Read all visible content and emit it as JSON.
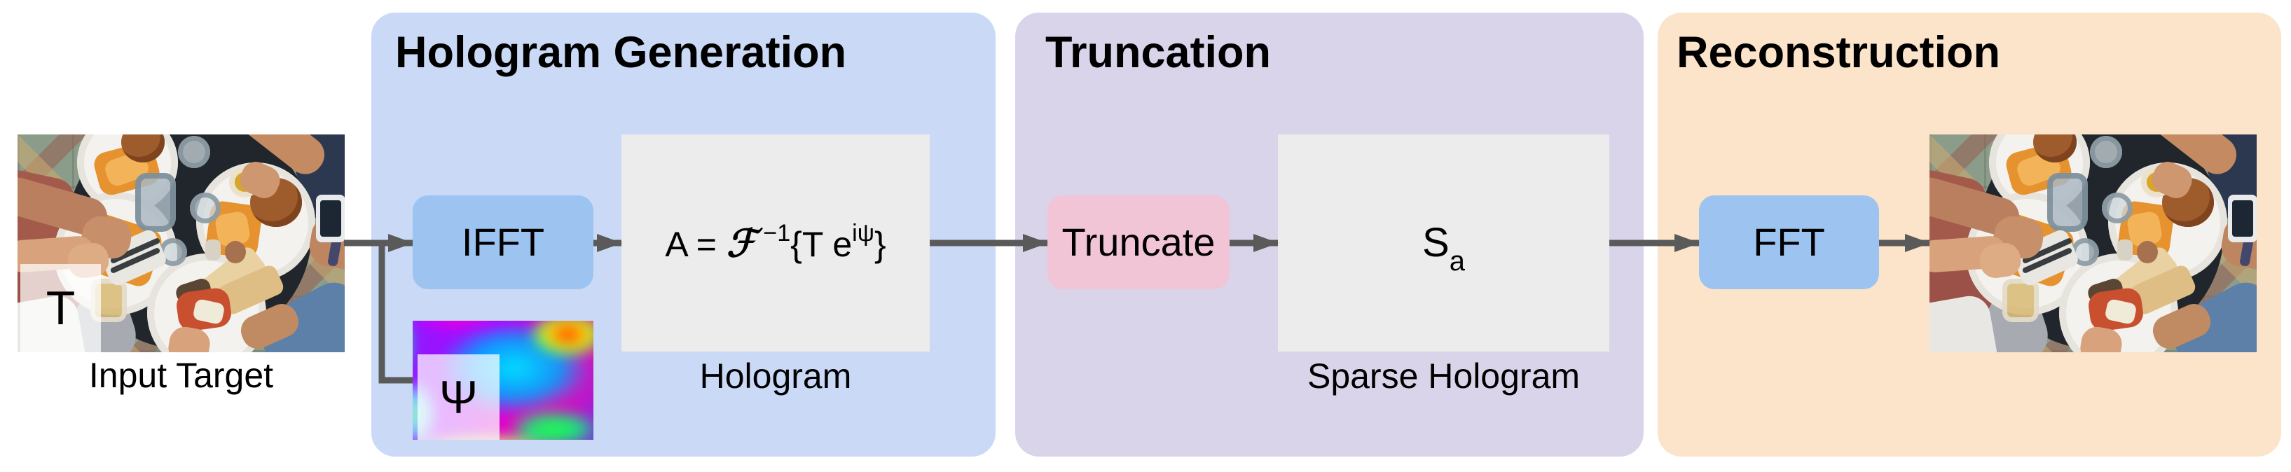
{
  "figure": {
    "description_labels_only": "hologram pipeline figure"
  },
  "input_target": {
    "overlay_label": "T",
    "caption": "Input Target"
  },
  "panels": {
    "hologram_generation": {
      "title": "Hologram Generation",
      "ifft_button": "IFFT",
      "phase_overlay_label": "Ψ",
      "formula": {
        "lhs": "A = ",
        "operator": "ℱ",
        "op_superscript": "−1",
        "open_brace": "{",
        "body": "T e",
        "exp_superscript": "iψ",
        "close_brace": "}"
      },
      "hologram_caption": "Hologram"
    },
    "truncation": {
      "title": "Truncation",
      "truncate_button": "Truncate",
      "sparse_symbol": "S",
      "sparse_subscript": "a",
      "caption": "Sparse Hologram"
    },
    "reconstruction": {
      "title": "Reconstruction",
      "fft_button": "FFT"
    }
  },
  "colors": {
    "panel_blue": "#c9d9f6",
    "panel_purple": "#dad4ea",
    "panel_orange": "#fce4ca",
    "button_blue": "#9dc4f1",
    "button_pink": "#f1c5d5",
    "box_gray": "#ececec",
    "arrow_gray": "#5a5a5a",
    "text_black": "#000000"
  }
}
